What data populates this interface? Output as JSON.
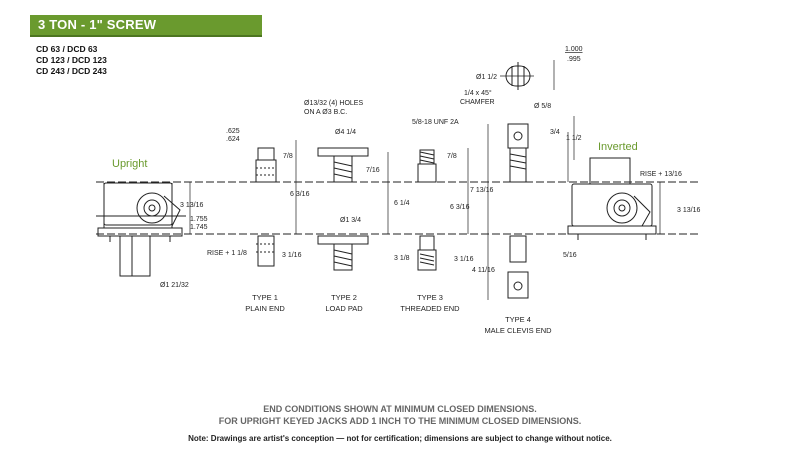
{
  "header": {
    "title": "3 TON - 1\" SCREW"
  },
  "models": [
    "CD 63 / DCD 63",
    "CD 123 / DCD 123",
    "CD 243 / DCD 243"
  ],
  "orientations": {
    "upright": "Upright",
    "inverted": "Inverted"
  },
  "dimensions": {
    "clevis_width_top": "1.000",
    "clevis_width_bottom": ".995",
    "clevis_dia": "Ø1 1/2",
    "chamfer_1": "1/4 x 45°",
    "chamfer_2": "CHAMFER",
    "holes_1": "Ø13/32 (4) HOLES",
    "holes_2": "ON A Ø3 B.C.",
    "thread": "5/8-18 UNF 2A",
    "pin_dia": "Ø 5/8",
    "plain_dia_top": ".625",
    "plain_dia_bottom": ".624",
    "pad_dia_top": "Ø4 1/4",
    "pad_dia_bottom": "Ø1 3/4",
    "d_7_8_a": "7/8",
    "d_7_8_b": "7/8",
    "d_7_16": "7/16",
    "d_6_3_16_a": "6 3/16",
    "d_6_1_4": "6 1/4",
    "d_6_3_16_b": "6 3/16",
    "d_7_13_16": "7 13/16",
    "d_3_4": "3/4",
    "d_1_1_2": "1 1/2",
    "rise_upright": "RISE + 1 1/8",
    "rise_inverted": "RISE + 13/16",
    "d_3_13_16_left": "3 13/16",
    "d_3_13_16_right": "3 13/16",
    "d_1_755": "1.755",
    "d_1_745": "1.745",
    "d_3_1_16_a": "3 1/16",
    "d_3_1_8": "3 1/8",
    "d_3_1_16_b": "3 1/16",
    "d_4_11_16": "4 11/16",
    "d_5_16": "5/16",
    "base_dia": "Ø1 21/32"
  },
  "types": [
    {
      "line1": "TYPE 1",
      "line2": "PLAIN END"
    },
    {
      "line1": "TYPE 2",
      "line2": "LOAD PAD"
    },
    {
      "line1": "TYPE 3",
      "line2": "THREADED END"
    },
    {
      "line1": "TYPE 4",
      "line2": "MALE CLEVIS END"
    }
  ],
  "footer": {
    "line1": "END CONDITIONS SHOWN AT MINIMUM CLOSED DIMENSIONS.",
    "line2": "FOR UPRIGHT KEYED JACKS ADD 1 INCH TO THE MINIMUM CLOSED DIMENSIONS.",
    "note": "Note: Drawings are artist's conception — not for certification; dimensions are subject to change without notice."
  },
  "colors": {
    "accent": "#6a9a2e",
    "line": "#222222",
    "footer_text": "#666666"
  }
}
